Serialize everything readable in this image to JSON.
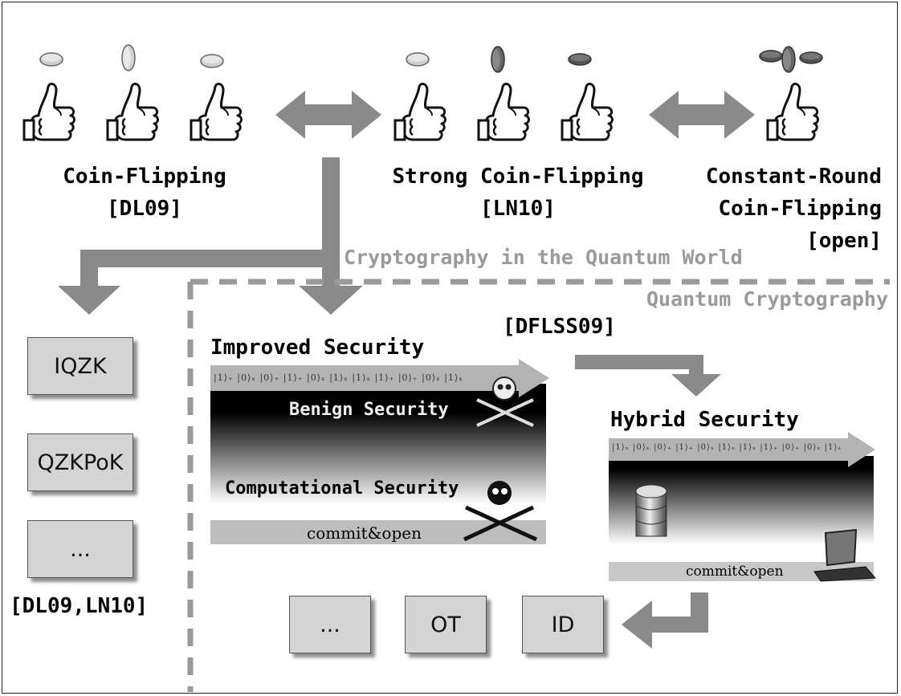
{
  "top": {
    "coin_flipping": {
      "title": "Coin-Flipping",
      "ref": "[DL09]"
    },
    "strong_coin_flipping": {
      "title": "Strong Coin-Flipping",
      "ref": "[LN10]"
    },
    "constant_round": {
      "title_line1": "Constant-Round",
      "title_line2": "Coin-Flipping",
      "ref": "[open]"
    }
  },
  "regions": {
    "quantum_world": "Cryptography in the Quantum World",
    "quantum_cryptography": "Quantum Cryptography"
  },
  "left_boxes": [
    "IQZK",
    "QZKPoK",
    "..."
  ],
  "left_ref": "[DL09,LN10]",
  "dflss_ref": "[DFLSS09]",
  "improved": {
    "title": "Improved Security",
    "qubits": "|1⟩₊ |0⟩ₓ |0⟩₊ |1⟩₊ |0⟩ₓ |1⟩ₓ |1⟩ₓ |1⟩₊ |0⟩₊ |0⟩ₓ |1⟩ₓ",
    "benign": "Benign Security",
    "computational": "Computational Security",
    "commit": "commit&open"
  },
  "hybrid": {
    "title": "Hybrid Security",
    "qubits": "|1⟩ₓ |0⟩ₓ |0⟩₊ |1⟩₊ |0⟩ₓ |1⟩ₓ |1⟩ₓ |1⟩₊ |0⟩₊ |0⟩ₓ |1⟩ₓ",
    "commit": "commit&open"
  },
  "bottom_boxes": [
    "...",
    "OT",
    "ID"
  ],
  "colors": {
    "arrow": "#8a8a8a",
    "box": "#d4d4d4",
    "region_label": "#9a9a9a",
    "dash": "#9a9a9a"
  },
  "icons": [
    "thumbs-up-hand-icon",
    "coin-icon",
    "pirate-skull-icon",
    "crossed-swords-icon",
    "database-icon",
    "laptop-icon"
  ]
}
